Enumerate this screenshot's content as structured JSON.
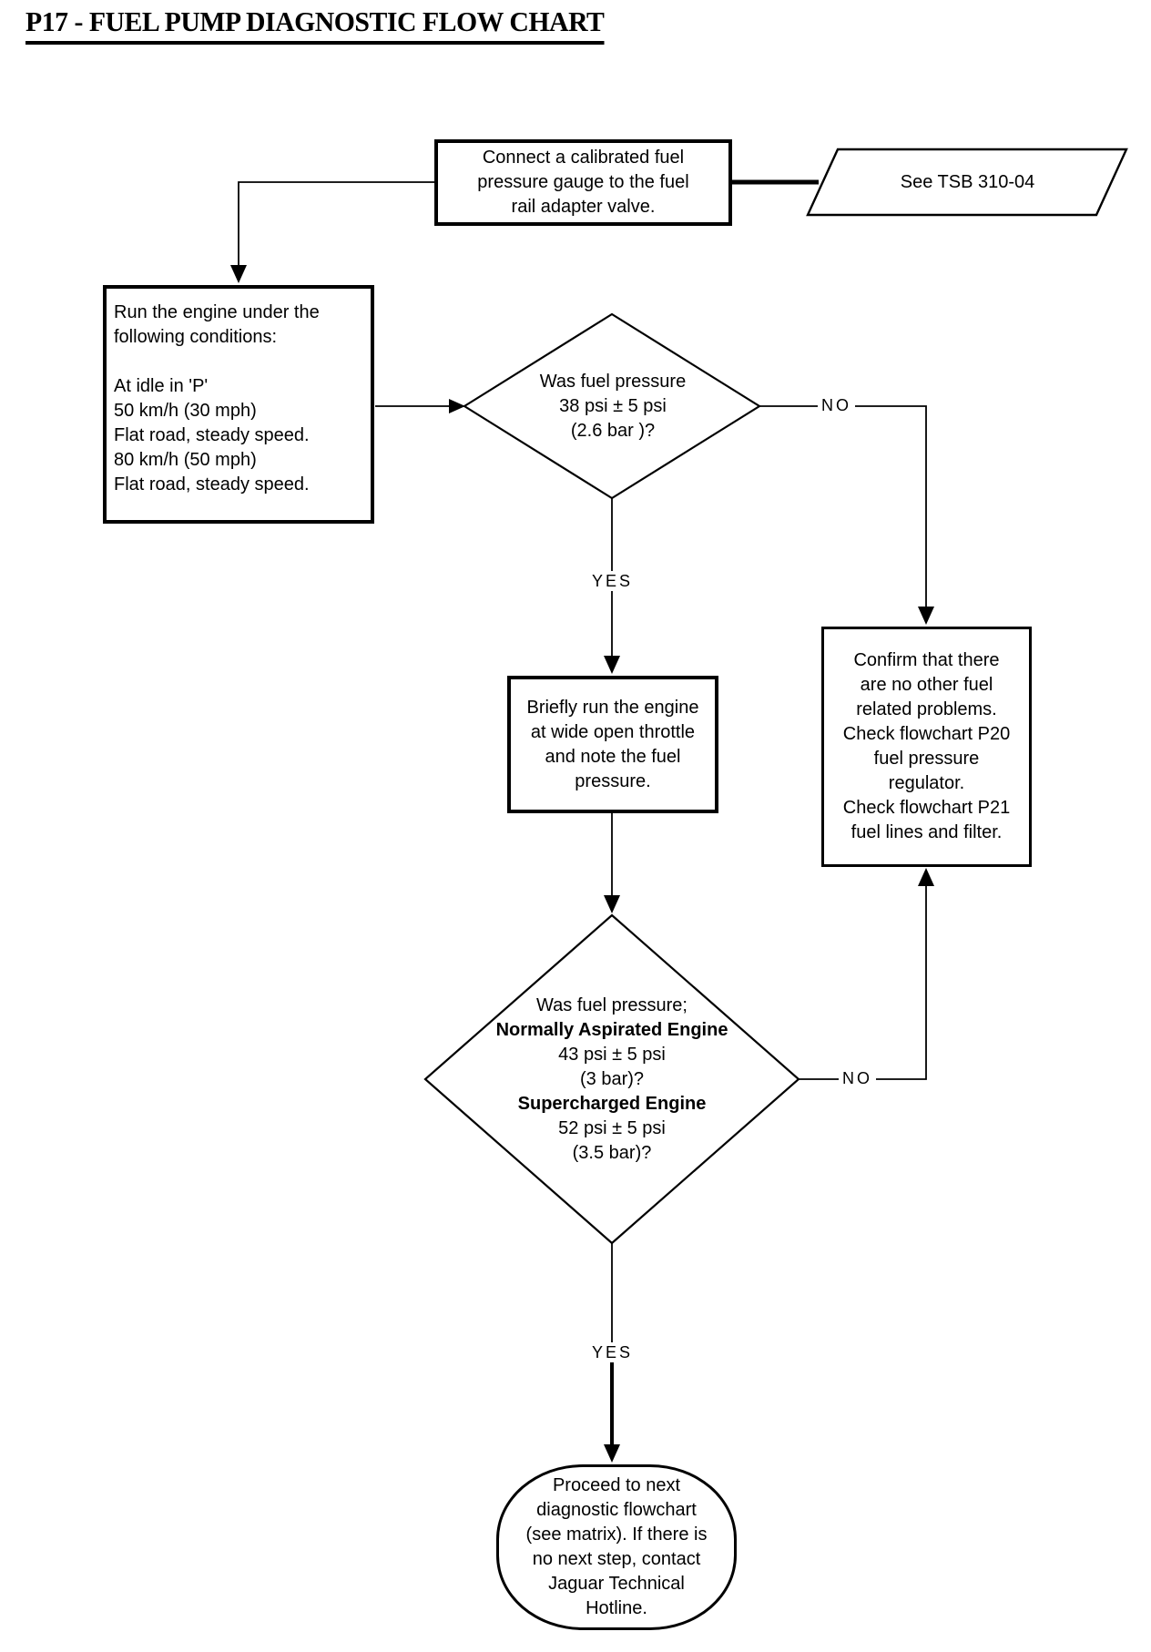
{
  "title": "P17 - FUEL PUMP DIAGNOSTIC FLOW CHART",
  "colors": {
    "ink": "#000000",
    "background": "#ffffff"
  },
  "nodes": {
    "connect_gauge": {
      "type": "process",
      "text": "Connect a calibrated fuel\npressure gauge to the fuel\nrail adapter valve."
    },
    "tsb_reference": {
      "type": "reference",
      "text": "See TSB 310-04"
    },
    "run_engine": {
      "type": "process",
      "text": "Run the engine under the\nfollowing conditions:\n\nAt idle in 'P'\n50 km/h (30 mph)\nFlat road, steady speed.\n80 km/h (50 mph)\nFlat road, steady speed."
    },
    "decision1": {
      "type": "decision",
      "lines": [
        "Was fuel pressure",
        "38 psi ± 5 psi",
        "(2.6 bar )?"
      ]
    },
    "briefly_run": {
      "type": "process",
      "text": "Briefly run the engine\nat wide open throttle\nand note the fuel\npressure."
    },
    "confirm_other": {
      "type": "process",
      "text": "Confirm that there\nare no other fuel\nrelated problems.\nCheck flowchart P20\nfuel pressure\nregulator.\nCheck flowchart P21\nfuel lines and filter."
    },
    "decision2": {
      "type": "decision",
      "lines": [
        "Was fuel pressure;",
        "Normally Aspirated Engine",
        "43 psi ± 5 psi",
        "(3 bar)?",
        "Supercharged Engine",
        "52 psi ± 5 psi",
        "(3.5 bar)?"
      ]
    },
    "proceed_next": {
      "type": "terminator",
      "text": "Proceed to next\ndiagnostic flowchart\n(see matrix). If there is\nno next step, contact\nJaguar Technical\nHotline."
    }
  },
  "labels": {
    "decision1_yes": "YES",
    "decision1_no": "NO",
    "decision2_yes": "YES",
    "decision2_no": "NO"
  }
}
